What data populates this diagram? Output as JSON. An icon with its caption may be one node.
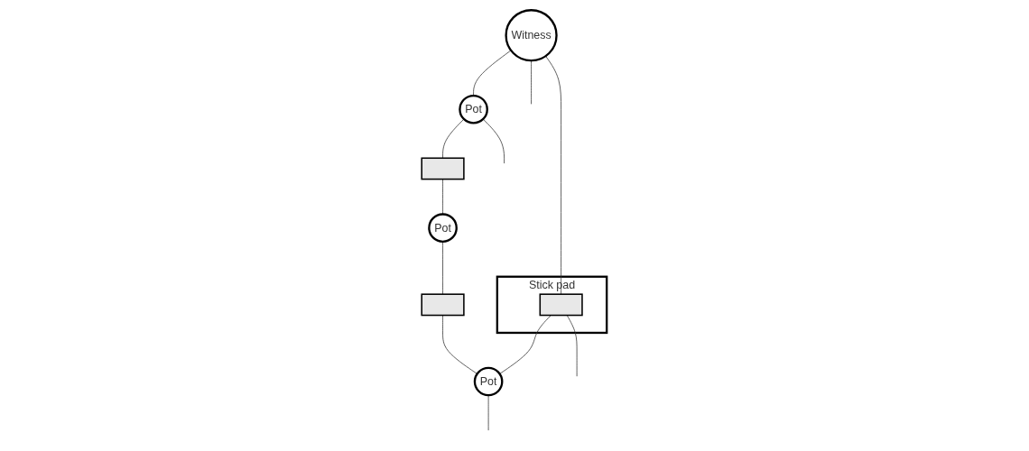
{
  "diagram": {
    "nodes": [
      {
        "text": [
          "Witness"
        ]
      },
      {
        "text": [
          "Stick pad"
        ]
      },
      {
        "text": [],
        "shape": "box",
        "in": 1
      },
      {
        "text": [
          "Pot"
        ]
      },
      {
        "text": [],
        "shape": "box"
      },
      {
        "text": [
          "Pot"
        ]
      },
      {
        "text": [],
        "shape": "box"
      },
      {
        "text": [
          "Pot"
        ]
      }
    ],
    "edges": [
      {
        "from": 0,
        "to": 2,
        "arrow": "none"
      },
      {
        "from": 2,
        "to": 7,
        "arrow": "none"
      },
      {
        "from": 2,
        "to": null,
        "arrow": "none"
      },
      {
        "from": 0,
        "to": null,
        "arrow": "none"
      },
      {
        "from": 0,
        "to": 3,
        "arrow": "none"
      },
      {
        "from": 3,
        "to": null,
        "arrow": "none"
      },
      {
        "from": 3,
        "to": 4,
        "arrow": "none"
      },
      {
        "from": 4,
        "to": 5,
        "arrow": "none"
      },
      {
        "from": 5,
        "to": 6,
        "arrow": "none"
      },
      {
        "from": 6,
        "to": 7,
        "arrow": "none"
      },
      {
        "from": 7,
        "to": null,
        "arrow": "none"
      }
    ]
  }
}
